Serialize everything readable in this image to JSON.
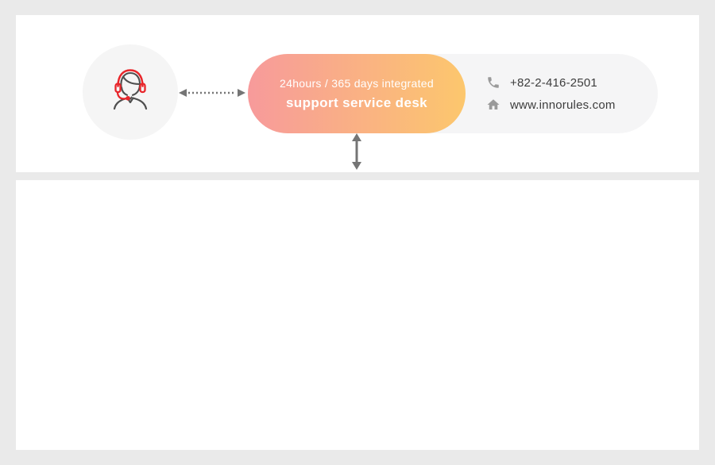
{
  "support_banner": {
    "pill": {
      "line1": "24hours / 365 days integrated",
      "line2": "support service desk"
    },
    "contact": {
      "phone": "+82-2-416-2501",
      "website": "www.innorules.com"
    },
    "icons": {
      "agent": "support-agent-headset-icon",
      "phone": "phone-icon",
      "website": "home-icon",
      "between_agent_and_pill": "dotted-horizontal-double-arrow-icon",
      "below_pill": "vertical-double-arrow-icon"
    }
  },
  "colors": {
    "background": "#eaeaea",
    "surface": "#ffffff",
    "circle_fill": "#f5f5f5",
    "panel_fill": "#f5f5f6",
    "pill_gradient_start": "#f79a9b",
    "pill_gradient_end": "#fcc76d",
    "accent_red": "#e8252a",
    "icon_dark_gray": "#4f4f4f",
    "arrow_gray": "#757575",
    "contact_icon_gray": "#9a9a9a",
    "text_dark": "#3d3d3d",
    "text_on_pill": "#ffffff"
  }
}
